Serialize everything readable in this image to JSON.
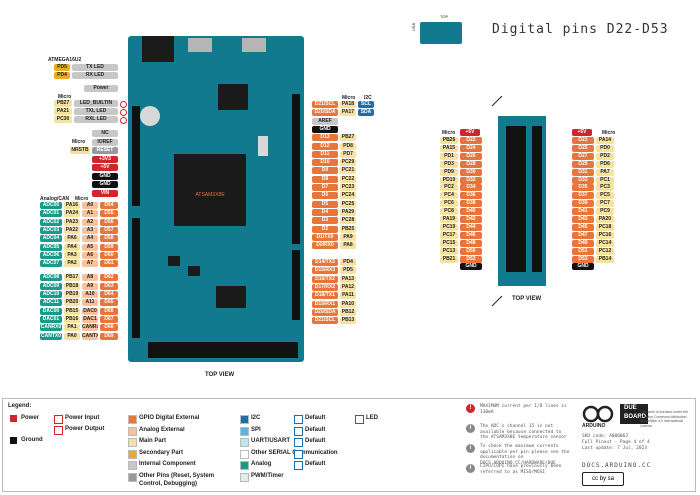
{
  "header": {
    "title": "Digital pins D22-D53",
    "thumb_top": "TOP",
    "thumb_usb": "USB"
  },
  "colors": {
    "power": "#d0252b",
    "ground": "#111111",
    "gpio": "#e8753a",
    "analog_ext": "#f7c29a",
    "main_part": "#f6e2a0",
    "secondary": "#f0a82a",
    "internal": "#c7c7c7",
    "other_pins": "#999999",
    "i2c": "#1d6fa8",
    "spi": "#5cb3e3",
    "uart": "#c2e3f2",
    "analog": "#1a9a8a",
    "pwm": "#d9f0ea",
    "board": "#127a8e"
  },
  "board": {
    "chip_label": "ATSAM3X8E",
    "view_label": "TOP VIEW",
    "right_view_label": "TOP VIEW"
  },
  "left_header": {
    "atmega_title": "ATMEGA16U2",
    "atmega_rows": [
      {
        "pin": "PD5",
        "label": "TX LED"
      },
      {
        "pin": "PD4",
        "label": "RX LED"
      }
    ],
    "power_label": "Power",
    "micro_title": "Micro",
    "micro_rows": [
      {
        "pin": "PB27",
        "label": "LED_BUILTIN"
      },
      {
        "pin": "PA21",
        "label": "TXL LED"
      },
      {
        "pin": "PC30",
        "label": "RXL LED"
      }
    ]
  },
  "power_header": {
    "micro_title": "Micro",
    "rows": [
      {
        "pin": "",
        "label": "NC"
      },
      {
        "pin": "",
        "label": "IOREF"
      },
      {
        "pin": "NRSTB",
        "label": "RESET"
      },
      {
        "pin": "",
        "label": "+3V3"
      },
      {
        "pin": "",
        "label": "+5V"
      },
      {
        "pin": "",
        "label": "GND"
      },
      {
        "pin": "",
        "label": "GND"
      },
      {
        "pin": "",
        "label": "VIN"
      }
    ]
  },
  "analog_header": {
    "title_a": "Analog/CAN",
    "title_b": "Micro",
    "rows": [
      {
        "adc": "ADC00",
        "pin": "PA16",
        "a": "A0",
        "d": "D54"
      },
      {
        "adc": "ADC01",
        "pin": "PA24",
        "a": "A1",
        "d": "D55"
      },
      {
        "adc": "ADC02",
        "pin": "PA23",
        "a": "A2",
        "d": "D56"
      },
      {
        "adc": "ADC03",
        "pin": "PA22",
        "a": "A3",
        "d": "D57"
      },
      {
        "adc": "ADC04",
        "pin": "PA6",
        "a": "A4",
        "d": "D58"
      },
      {
        "adc": "ADC05",
        "pin": "PA4",
        "a": "A5",
        "d": "D59"
      },
      {
        "adc": "ADC06",
        "pin": "PA3",
        "a": "A6",
        "d": "D60"
      },
      {
        "adc": "ADC07",
        "pin": "PA2",
        "a": "A7",
        "d": "D61"
      },
      {
        "adc": "ADC08",
        "pin": "PB17",
        "a": "A8",
        "d": "D62"
      },
      {
        "adc": "ADC09",
        "pin": "PB18",
        "a": "A9",
        "d": "D63"
      },
      {
        "adc": "ADC10",
        "pin": "PB19",
        "a": "A10",
        "d": "D64"
      },
      {
        "adc": "ADC11",
        "pin": "PB20",
        "a": "A11",
        "d": "D65"
      },
      {
        "adc": "DAC00",
        "pin": "PB15",
        "a": "DAC0",
        "d": "D66"
      },
      {
        "adc": "DAC01",
        "pin": "PB16",
        "a": "DAC1",
        "d": "D67"
      },
      {
        "adc": "CANRX0",
        "pin": "PA1",
        "a": "CANRX",
        "d": "D68"
      },
      {
        "adc": "CANTX0",
        "pin": "PA0",
        "a": "CANTX",
        "d": "D69"
      }
    ]
  },
  "right_header_top": {
    "title_a": "Micro",
    "title_b": "I2C",
    "rows": [
      {
        "d": "D21/SCL",
        "pin": "PA18",
        "f": "SCL"
      },
      {
        "d": "D20/SDA",
        "pin": "PA17",
        "f": "SDA"
      },
      {
        "d": "AREF",
        "pin": "",
        "f": ""
      },
      {
        "d": "GND",
        "pin": "",
        "f": ""
      },
      {
        "d": "D13",
        "pin": "PB27",
        "f": ""
      },
      {
        "d": "D12",
        "pin": "PD8",
        "f": ""
      },
      {
        "d": "D11",
        "pin": "PD7",
        "f": ""
      },
      {
        "d": "D10",
        "pin": "PC29",
        "f": ""
      },
      {
        "d": "D9",
        "pin": "PC21",
        "f": ""
      },
      {
        "d": "D8",
        "pin": "PC22",
        "f": ""
      },
      {
        "d": "D7",
        "pin": "PC23",
        "f": ""
      },
      {
        "d": "D6",
        "pin": "PC24",
        "f": ""
      },
      {
        "d": "D5",
        "pin": "PC25",
        "f": ""
      },
      {
        "d": "D4",
        "pin": "PA29",
        "f": ""
      },
      {
        "d": "D3",
        "pin": "PC28",
        "f": ""
      },
      {
        "d": "D2",
        "pin": "PB25",
        "f": ""
      },
      {
        "d": "D1/TX0",
        "pin": "PA9",
        "f": ""
      },
      {
        "d": "D0/RX0",
        "pin": "PA8",
        "f": ""
      }
    ]
  },
  "right_header_bottom": {
    "rows": [
      {
        "d": "D14/TX3",
        "pin": "PD4"
      },
      {
        "d": "D15/RX3",
        "pin": "PD5"
      },
      {
        "d": "D16/TX2",
        "pin": "PA13"
      },
      {
        "d": "D17/RX2",
        "pin": "PA12"
      },
      {
        "d": "D18/TX1",
        "pin": "PA11"
      },
      {
        "d": "D19/RX1",
        "pin": "PA10"
      },
      {
        "d": "D20/SDA",
        "pin": "PB12"
      },
      {
        "d": "D21/SCL",
        "pin": "PB13"
      }
    ]
  },
  "digital_left": {
    "title": "Micro",
    "top_power": "+5V",
    "rows": [
      {
        "pin": "PB26",
        "d": "D22"
      },
      {
        "pin": "PA15",
        "d": "D24"
      },
      {
        "pin": "PD1",
        "d": "D26"
      },
      {
        "pin": "PD3",
        "d": "D28"
      },
      {
        "pin": "PD9",
        "d": "D30"
      },
      {
        "pin": "PD10",
        "d": "D32"
      },
      {
        "pin": "PC2",
        "d": "D34"
      },
      {
        "pin": "PC4",
        "d": "D36"
      },
      {
        "pin": "PC6",
        "d": "D38"
      },
      {
        "pin": "PC8",
        "d": "D40"
      },
      {
        "pin": "PA19",
        "d": "D42"
      },
      {
        "pin": "PC19",
        "d": "D44"
      },
      {
        "pin": "PC17",
        "d": "D46"
      },
      {
        "pin": "PC15",
        "d": "D48"
      },
      {
        "pin": "PC13",
        "d": "D50"
      },
      {
        "pin": "PB21",
        "d": "D52"
      },
      {
        "pin": "",
        "d": "GND"
      }
    ]
  },
  "digital_right": {
    "title": "Micro",
    "top_power": "+5V",
    "rows": [
      {
        "d": "D23",
        "pin": "PA14"
      },
      {
        "d": "D25",
        "pin": "PD0"
      },
      {
        "d": "D27",
        "pin": "PD2"
      },
      {
        "d": "D29",
        "pin": "PD6"
      },
      {
        "d": "D31",
        "pin": "PA7"
      },
      {
        "d": "D33",
        "pin": "PC1"
      },
      {
        "d": "D35",
        "pin": "PC3"
      },
      {
        "d": "D37",
        "pin": "PC5"
      },
      {
        "d": "D39",
        "pin": "PC7"
      },
      {
        "d": "D41",
        "pin": "PC9"
      },
      {
        "d": "D43",
        "pin": "PA20"
      },
      {
        "d": "D45",
        "pin": "PC18"
      },
      {
        "d": "D47",
        "pin": "PC16"
      },
      {
        "d": "D49",
        "pin": "PC14"
      },
      {
        "d": "D51",
        "pin": "PC12"
      },
      {
        "d": "D53",
        "pin": "PB14"
      },
      {
        "d": "GND",
        "pin": ""
      }
    ]
  },
  "legend": {
    "title": "Legend:",
    "col1": [
      {
        "text": "Power",
        "color": "#d0252b"
      },
      {
        "text": "Ground",
        "color": "#111111"
      }
    ],
    "col2": [
      {
        "text": "Power Input"
      },
      {
        "text": "Power Output"
      }
    ],
    "col3": [
      {
        "text": "GPIO Digital External",
        "color": "#e8753a"
      },
      {
        "text": "Analog External",
        "color": "#f7c29a"
      },
      {
        "text": "Main Part",
        "color": "#f6e2a0"
      },
      {
        "text": "Secondary Part",
        "color": "#f0a82a"
      },
      {
        "text": "Internal Component",
        "color": "#c7c7c7"
      },
      {
        "text": "Other Pins (Reset, System Control, Debugging)",
        "color": "#999999"
      }
    ],
    "col4": [
      {
        "text": "I2C",
        "color": "#1d6fa8"
      },
      {
        "text": "SPI",
        "color": "#5cb3e3"
      },
      {
        "text": "UART/USART",
        "color": "#c2e3f2"
      },
      {
        "text": "Other SERIAL Communication",
        "color": "#ffffff"
      },
      {
        "text": "Analog",
        "color": "#1a9a8a"
      },
      {
        "text": "PWM/Timer",
        "color": "#d9f0ea"
      }
    ],
    "col5": [
      {
        "text": "Default"
      },
      {
        "text": "Default"
      },
      {
        "text": "Default"
      },
      {
        "text": ""
      },
      {
        "text": "Default"
      }
    ],
    "col6": [
      {
        "text": "LED"
      }
    ]
  },
  "notes": [
    {
      "icon": "!",
      "text": "MAXIMUM current per I/O lines is 130mA"
    },
    {
      "icon": "i",
      "text": "The ADC's channel 15 is not available because connected to the ATSAM3X8E temperature sensor"
    },
    {
      "icon": "i",
      "text": "To check the maximum currents applicable per pin please see the documentation on DOCS.ARDUINO.CC/HARDWARE/DUE"
    },
    {
      "icon": "i",
      "text": "CIPO/COPI have previously been referred to as MISO/MOSI"
    }
  ],
  "brand": {
    "name": "ARDUINO",
    "product_a": "DUE",
    "product_b": "BOARD",
    "sku": "SKU code: A000062",
    "pinout": "Full Pinout - Page 4 of 4",
    "updated": "Last update: 7 Jul, 2023",
    "url": "DOCS.ARDUINO.CC",
    "license": "This work is licensed under the Creative Commons Attribution-ShareAlike 4.0 International License."
  }
}
